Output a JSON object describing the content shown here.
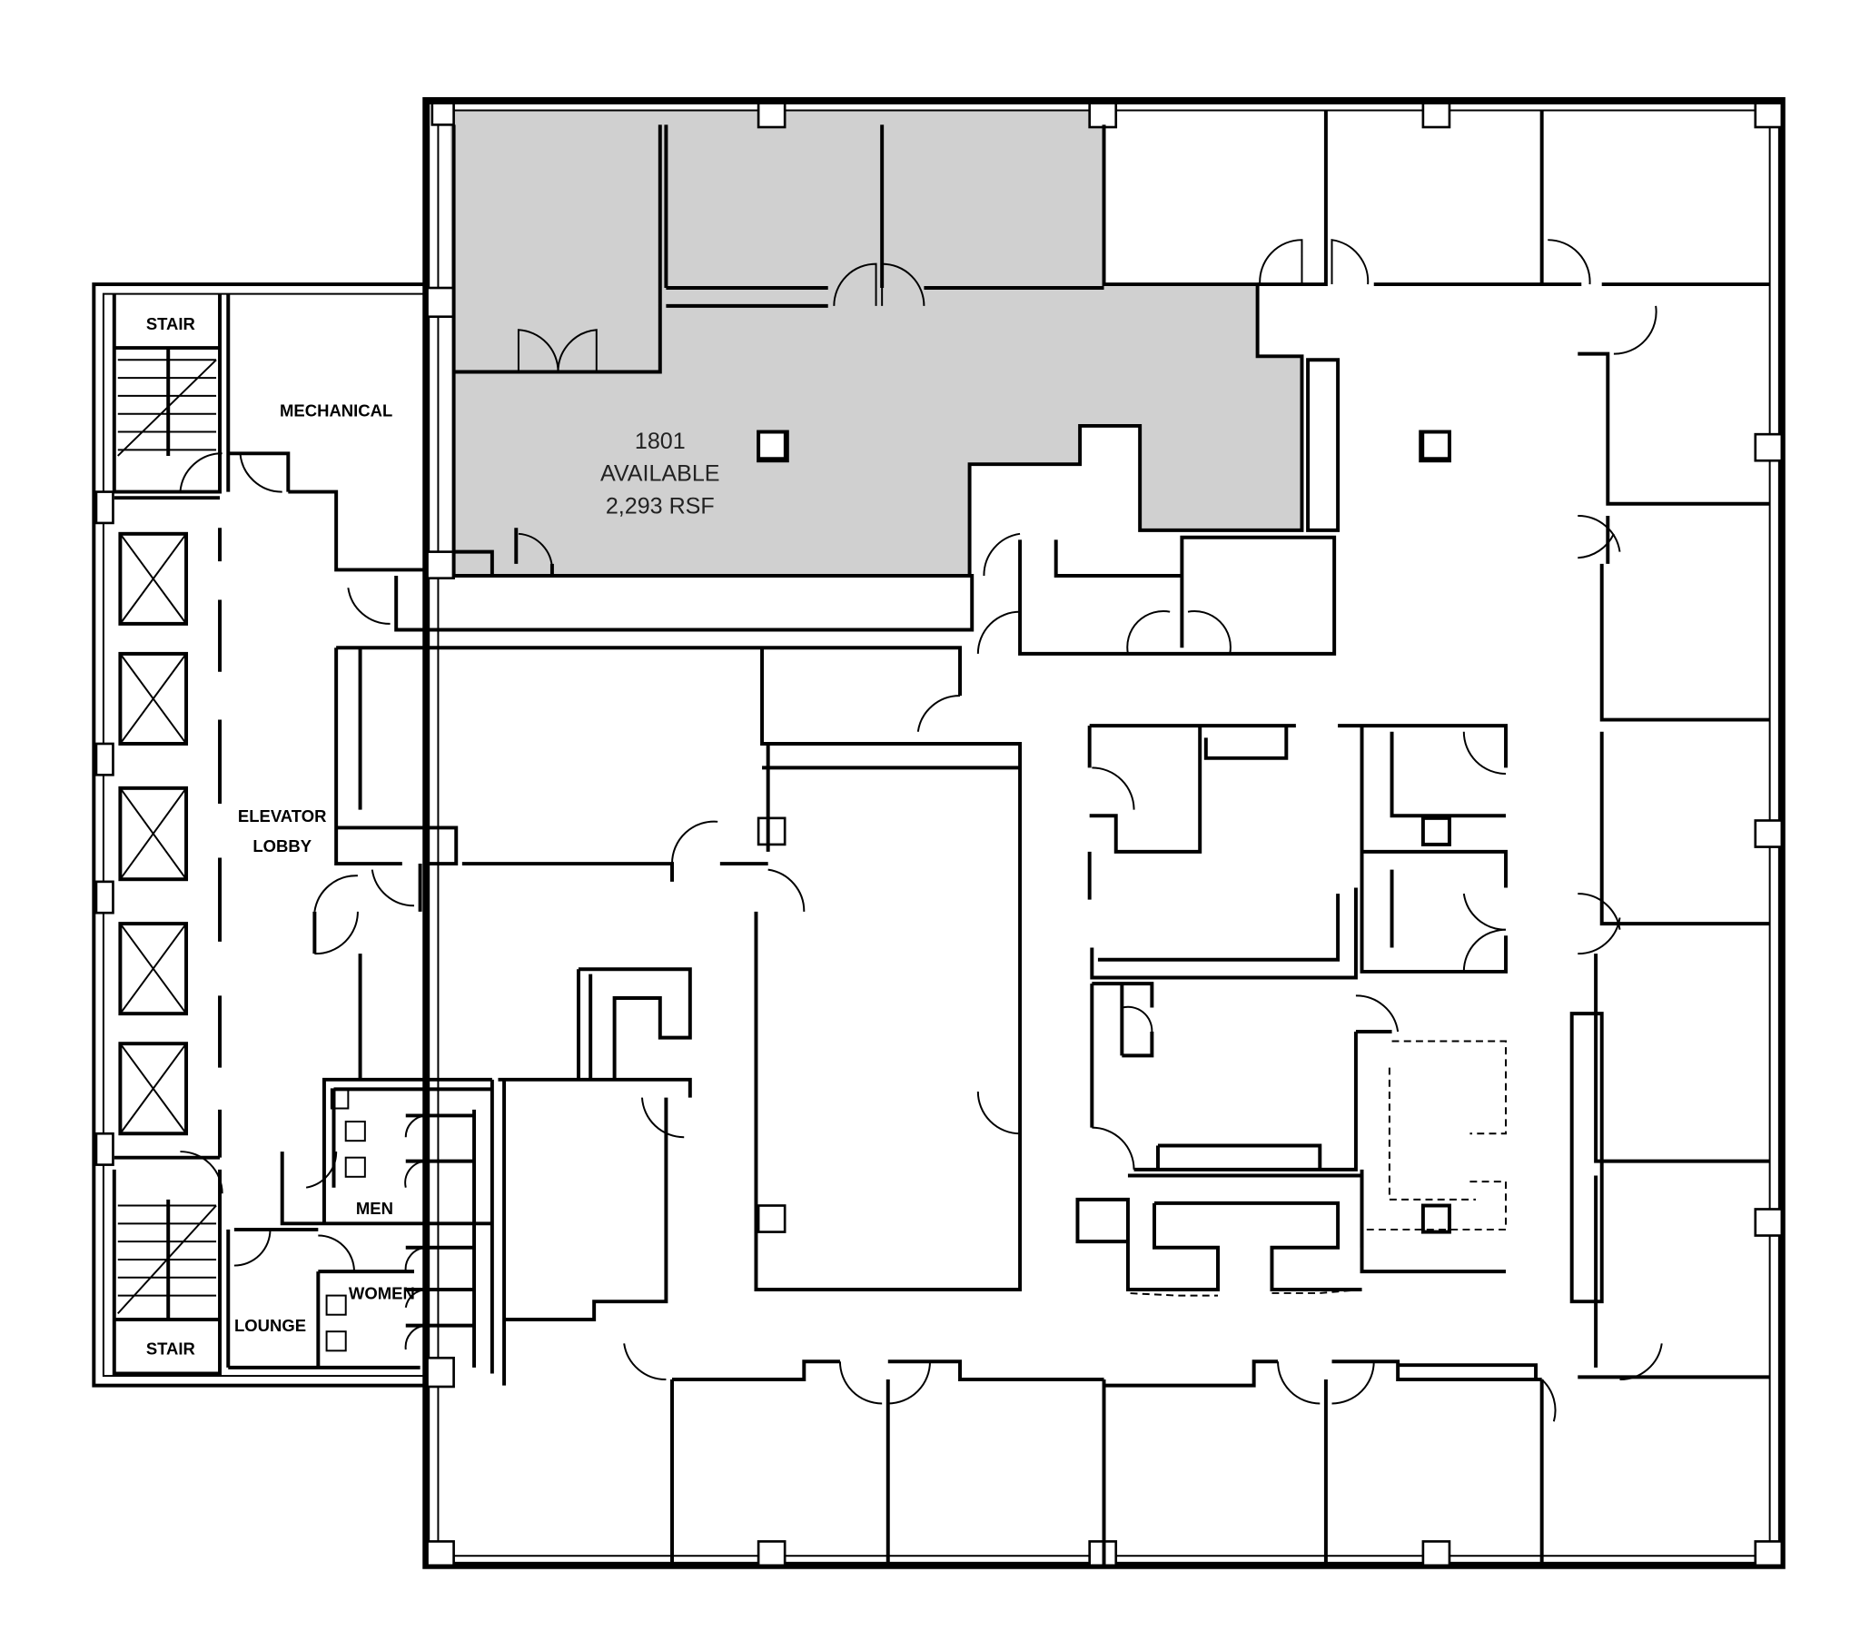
{
  "plan": {
    "suite": {
      "number": "1801",
      "status": "AVAILABLE",
      "area": "2,293 RSF",
      "highlight_color": "#d0d0d0"
    },
    "rooms": {
      "stair_top": "STAIR",
      "stair_bottom": "STAIR",
      "mechanical": "MECHANICAL",
      "elevator_lobby_1": "ELEVATOR",
      "elevator_lobby_2": "LOBBY",
      "men": "MEN",
      "women": "WOMEN",
      "lounge": "LOUNGE"
    }
  }
}
